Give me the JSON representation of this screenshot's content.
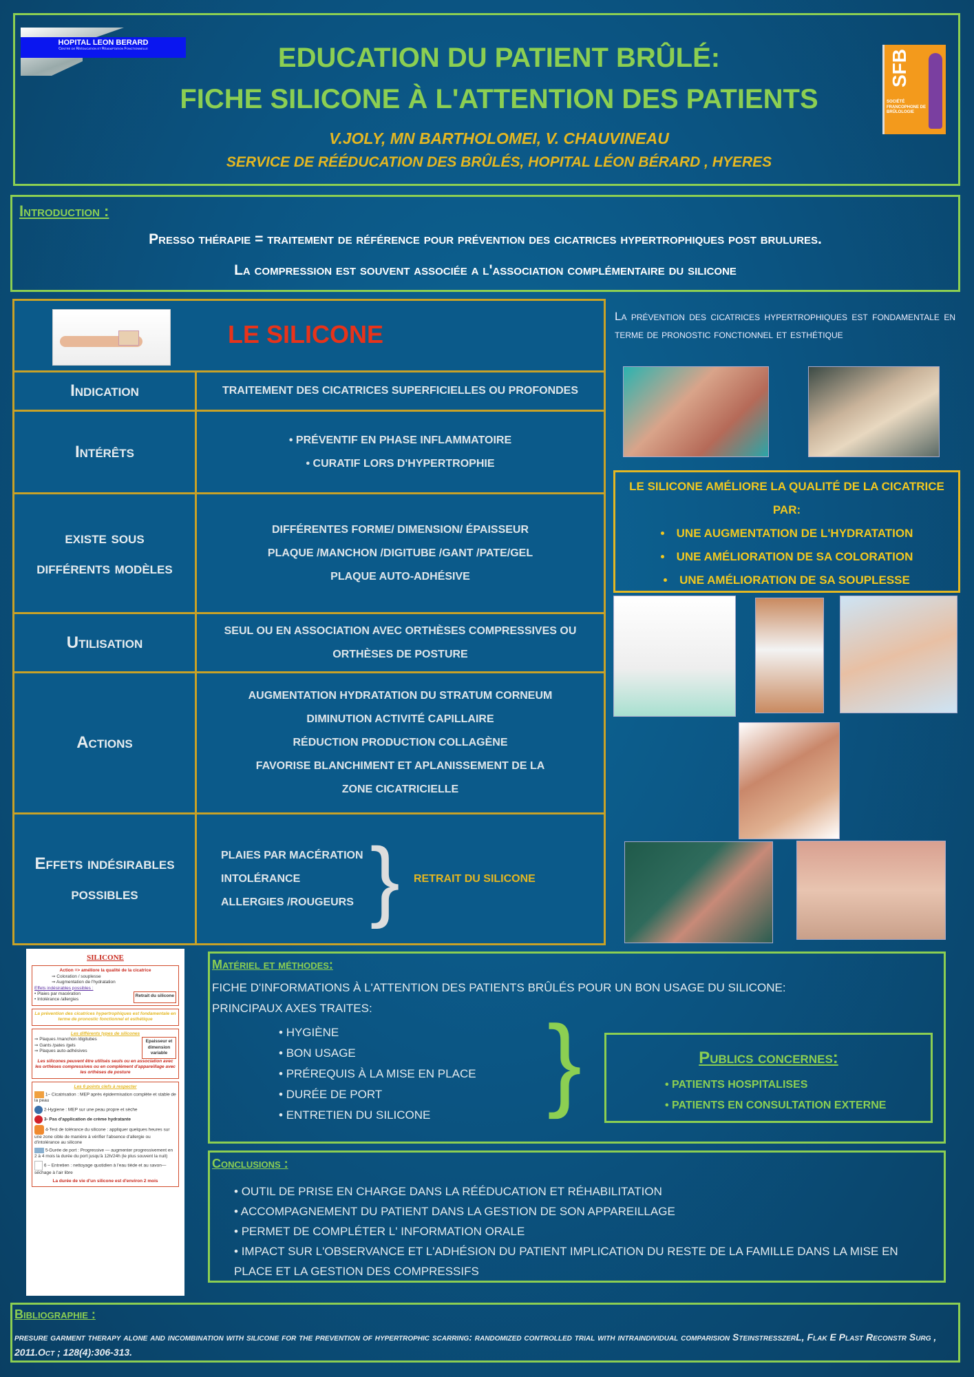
{
  "header": {
    "logo_left_title": "HOPITAL LEON BERARD",
    "logo_left_subtitle": "Centre de Rééducation et Réadaptation Fonctionnelle",
    "title_line1": "EDUCATION DU PATIENT BRÛLÉ:",
    "title_line2": "FICHE SILICONE À L'ATTENTION DES PATIENTS",
    "authors": "V.JOLY, MN BARTHOLOMEI, V. CHAUVINEAU",
    "service": "SERVICE DE RÉÉDUCATION DES BRÛLÉS, HOPITAL LÉON BÉRARD , HYERES",
    "logo_right_acronym": "SFB",
    "logo_right_name": "Société Francophone de Brûlologie"
  },
  "intro": {
    "heading": "Introduction :",
    "line1": "Presso thérapie = traitement de référence pour prévention des cicatrices hypertrophiques post brulures.",
    "line2": "La compression est souvent associée a l'association complémentaire du silicone"
  },
  "table": {
    "title": "LE SILICONE",
    "rows": [
      {
        "label": "Indication",
        "items": [
          "traitement des cicatrices superficielles ou profondes"
        ]
      },
      {
        "label": "Intérêts",
        "items": [
          "• préventif en phase inflammatoire",
          "• curatif lors d'hypertrophie"
        ]
      },
      {
        "label": "existe sous différents modèles",
        "items": [
          "différentes forme/ dimension/ épaisseur",
          "plaque /manchon /digitube /gant /pate/gel",
          "plaque auto-adhésive"
        ]
      },
      {
        "label": "Utilisation",
        "items": [
          "seul ou en association avec orthèses compressives ou",
          "orthèses de posture"
        ]
      },
      {
        "label": "Actions",
        "items": [
          "augmentation hydratation du stratum corneum",
          "diminution activité capillaire",
          "réduction production collagène",
          "favorise blanchiment et aplanissement de la",
          "zone cicatricielle"
        ]
      },
      {
        "label": "Effets indésirables possibles",
        "items": [
          "plaies par macération",
          "intolérance",
          "allergies /rougeurs"
        ],
        "outcome": "retrait du silicone"
      }
    ]
  },
  "right": {
    "prevention_text": "La prévention des cicatrices hypertrophiques est fondamentale en terme de pronostic fonctionnel et esthétique",
    "quality_title": "Le silicone améliore la qualité de la cicatrice par:",
    "quality_items": [
      "une augmentation de l'hydratation",
      "une amélioration de sa coloration",
      "une amélioration de sa souplesse"
    ]
  },
  "fiche": {
    "title": "SILICONE",
    "action": "Action => améliore la qualité de la cicatrice",
    "action_items": [
      "Coloration / souplesse",
      "Augmentation de l'hydratation"
    ],
    "effets_title": "Effets indésirables possibles :",
    "effets_items": [
      "Plaies par macération",
      "Intolérance /allergies"
    ],
    "retrait": "Retrait du silicone",
    "prevention": "La prévention des cicatrices hypertrophiques est fondamentale en terme de pronostic fonctionnel et esthétique",
    "types_title": "Les différents types de silicones",
    "types_items": [
      "Plaques /manchon /digitubes",
      "Gants /pates /gels",
      "Plaques auto-adhésives"
    ],
    "types_note": "Epaisseur et dimension variable",
    "usage": "Les silicones peuvent être utilisés seuls ou en association avec les orthèses compressives ou en complément d'appareillage avec les orthèses de posture",
    "points_title": "Les 6 points clefs à respecter",
    "points": [
      "1– Cicatrisation : MEP après épidermisation complète et stable de la peau",
      "2-Hygiene : MEP sur une peau propre et sèche",
      "3- Pas d'application de crème hydratante",
      "4-Test de tolérance du silicone : appliquer quelques heures sur une zone cible de manière à vérifier l'absence d'allergie ou d'intolérance au silicone",
      "5-Durée de port : Progressive — augmenter progressivement en 2 à 4 mois la durée du port jusqu'à 12h/24h (le plus souvent la nuit)",
      "6 – Entretien : nettoyage quotidien à l'eau tiède et au savon—séchage à l'air libre"
    ],
    "lifetime": "La durée de vie d'un silicone est d'environ 2 mois"
  },
  "methods": {
    "heading": "Matériel et méthodes:",
    "line1": "Fiche d'informations à l'attention des patients brûlés pour un bon usage du silicone:",
    "line2": "Principaux axes traites:",
    "axes": [
      "Hygiène",
      "Bon usage",
      "Prérequis à la mise en place",
      "Durée de port",
      "Entretien du silicone"
    ]
  },
  "publics": {
    "heading": "Publics concernes:",
    "items": [
      "patients hospitalises",
      "patients en consultation externe"
    ]
  },
  "conclusions": {
    "heading": "Conclusions :",
    "items": [
      "Outil de prise en charge dans la rééducation et réhabilitation",
      "Accompagnement du patient dans la gestion de son appareillage",
      "Permet de compléter l' information orale",
      "Impact sur  l'observance et l'adhésion du patient implication du reste de la famille dans la mise en place et la gestion des compressifs"
    ]
  },
  "biblio": {
    "heading": "Bibliographie :",
    "text": "presure garment therapy alone and incombination with silicone for the prevention of hypertrophic scarring: randomized controlled trial with intraindividual comparision SteinstresszerL, Flak E Plast Reconstr Surg , 2011.Oct ; 128(4):306-313."
  },
  "colors": {
    "green": "#8ccf52",
    "gold": "#e4b722",
    "red": "#e8331a",
    "border": "#c9a227"
  }
}
